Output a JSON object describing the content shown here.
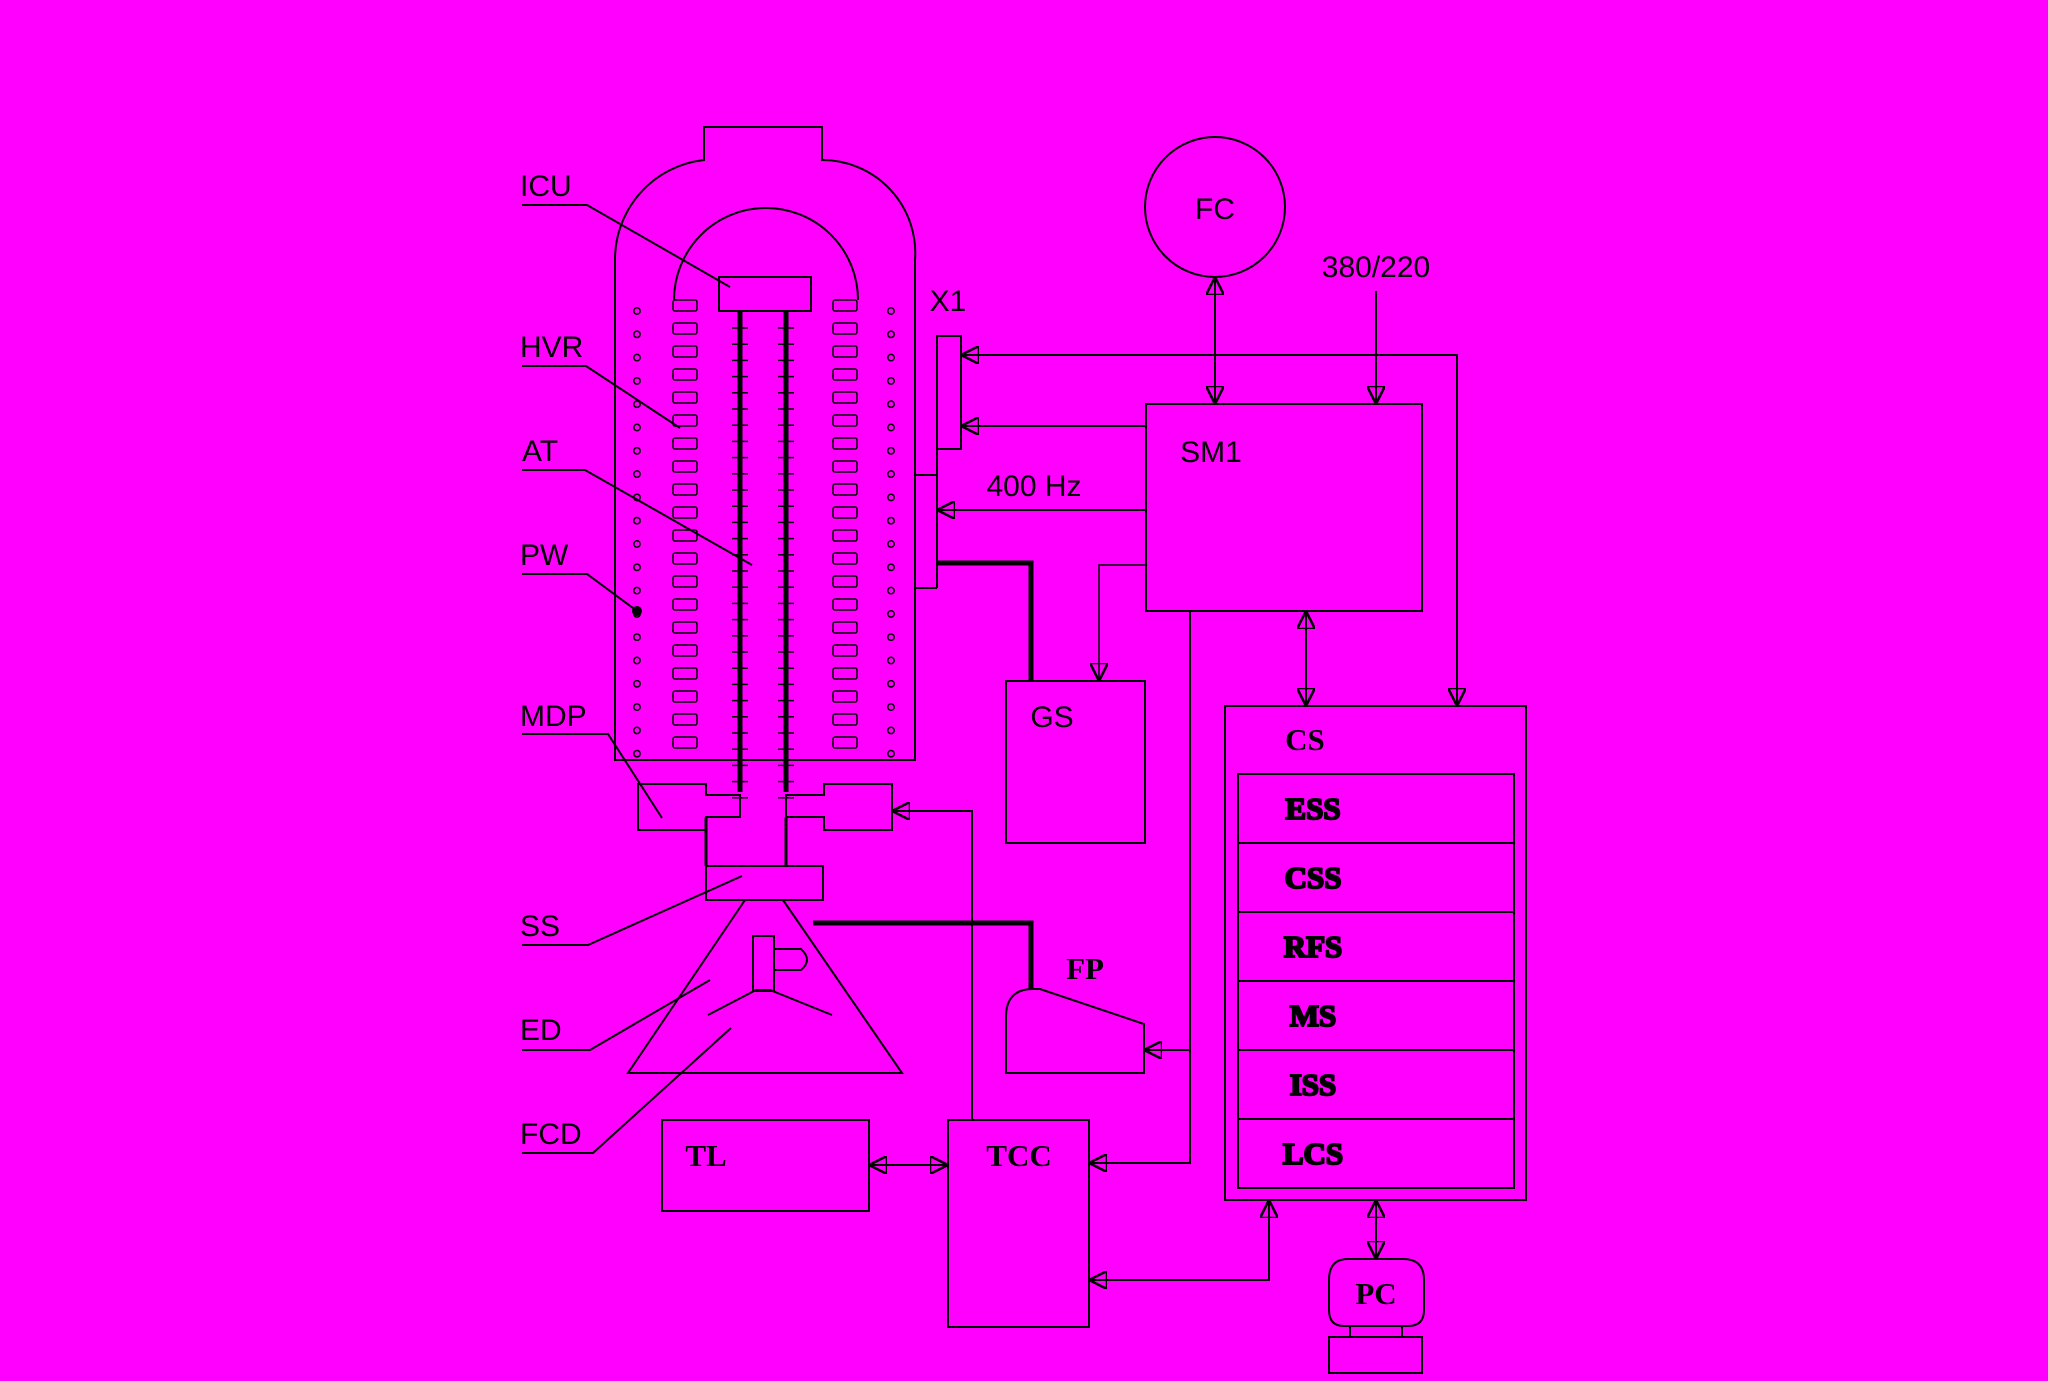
{
  "background_color": "#ff00ff",
  "line_color": "#000000",
  "side_labels": {
    "icu": "ICU",
    "hvr": "HVR",
    "at": "AT",
    "pw": "PW",
    "mdp": "MDP",
    "ss": "SS",
    "ed": "ED",
    "fcd": "FCD"
  },
  "blocks": {
    "fc": "FC",
    "sm1": "SM1",
    "gs": "GS",
    "fp": "FP",
    "tl": "TL",
    "tcc": "TCC",
    "pc": "PC",
    "x1": "X1"
  },
  "supply": {
    "mains": "380/220",
    "freq": "400 Hz"
  },
  "control_system": {
    "title": "CS",
    "subsystems": [
      "ESS",
      "CSS",
      "RFS",
      "MS",
      "ISS",
      "LCS"
    ]
  }
}
